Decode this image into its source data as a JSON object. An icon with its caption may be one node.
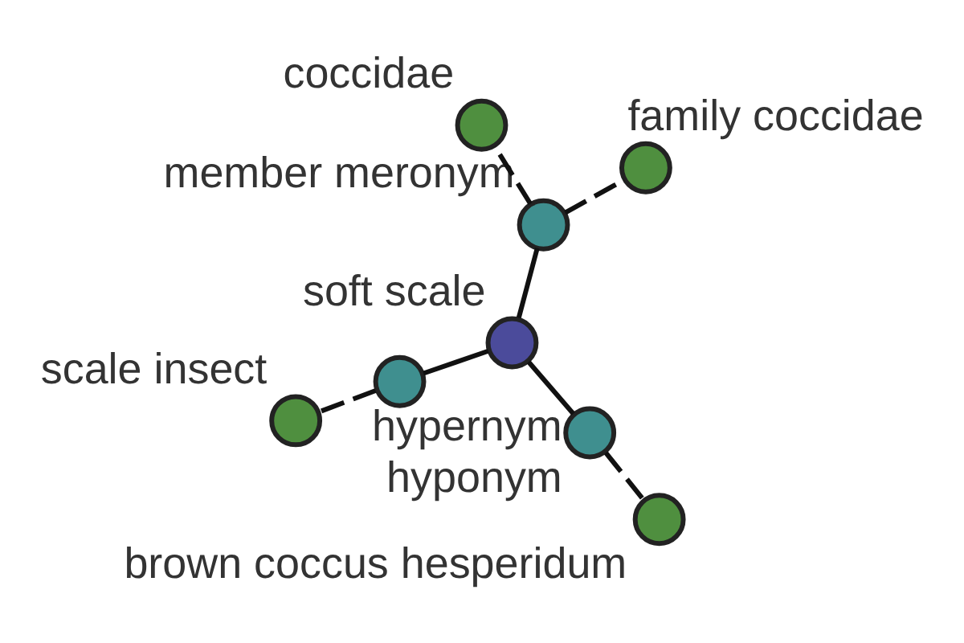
{
  "diagram": {
    "nodes": [
      {
        "text": [
          "scale insect"
        ]
      },
      {
        "text": [
          "hypernym"
        ]
      },
      {
        "text": [
          "soft scale"
        ]
      },
      {
        "text": [
          "family coccidae"
        ]
      },
      {
        "text": [
          "member meronym"
        ]
      },
      {
        "text": [
          "coccidae"
        ]
      },
      {
        "text": [
          "hyponym"
        ]
      },
      {
        "text": [
          "brown coccus hesperidum"
        ]
      }
    ],
    "edges": [
      {
        "from": 2,
        "to": 1,
        "arrow": "none"
      },
      {
        "from": 1,
        "to": 0,
        "arrow": "none",
        "style": "dashed"
      },
      {
        "from": 2,
        "to": 4,
        "arrow": "none"
      },
      {
        "from": 4,
        "to": 3,
        "arrow": "none",
        "style": "dashed"
      },
      {
        "from": 4,
        "to": 5,
        "arrow": "none",
        "style": "dashed"
      },
      {
        "from": 2,
        "to": 6,
        "arrow": "none"
      },
      {
        "from": 6,
        "to": 7,
        "arrow": "none",
        "style": "dashed"
      }
    ]
  }
}
